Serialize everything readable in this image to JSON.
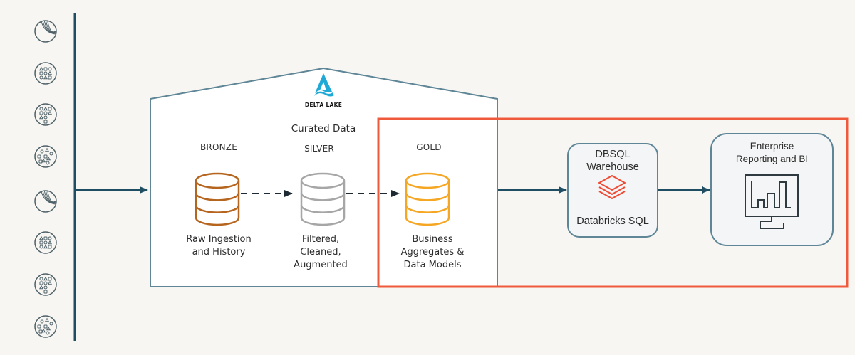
{
  "sources": {
    "icons": [
      {
        "name": "streaming-source-icon"
      },
      {
        "name": "structured-source-icon"
      },
      {
        "name": "semi-structured-source-icon"
      },
      {
        "name": "unstructured-source-icon"
      },
      {
        "name": "streaming-source-icon"
      },
      {
        "name": "structured-source-icon"
      },
      {
        "name": "semi-structured-source-icon"
      },
      {
        "name": "unstructured-source-icon"
      }
    ]
  },
  "lakehouse": {
    "logo_text": "DELTA LAKE",
    "title": "Curated Data",
    "tiers": [
      {
        "label": "BRONZE",
        "description": [
          "Raw Ingestion",
          "and History"
        ],
        "color": "#b5651d"
      },
      {
        "label": "SILVER",
        "description": [
          "Filtered,",
          "Cleaned,",
          "Augmented"
        ],
        "color": "#a6a6a6"
      },
      {
        "label": "GOLD",
        "description": [
          "Business",
          "Aggregates &",
          "Data Models"
        ],
        "color": "#f5a623"
      }
    ]
  },
  "warehouse": {
    "title_lines": [
      "DBSQL",
      "Warehouse"
    ],
    "subtitle": "Databricks SQL"
  },
  "reporting": {
    "title_lines": [
      "Enterprise",
      "Reporting and BI"
    ]
  },
  "colors": {
    "background": "#f7f6f3",
    "line": "#1f4e63",
    "house_stroke": "#5e8696",
    "highlight": "#f05a3c",
    "delta_blue": "#1fa9d6",
    "databricks_red": "#ef4b34",
    "box_fill": "#f4f5f6"
  }
}
